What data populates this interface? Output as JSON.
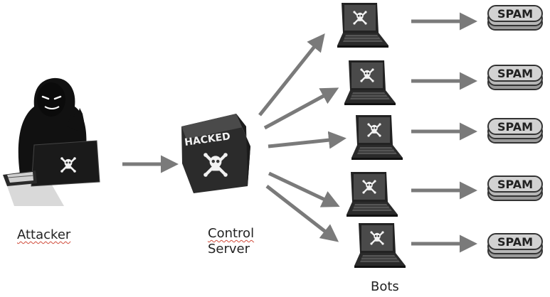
{
  "labels": {
    "attacker": "Attacker",
    "server_line1": "Control",
    "server_line2": "Server",
    "bots": "Bots"
  },
  "server_sticker": "HACKED",
  "spam_label": "SPAM",
  "bot_count": 5,
  "icons": [
    "hooded-attacker-icon",
    "laptop-icon",
    "skull-crossbones-icon",
    "server-cube-icon",
    "arrow-icon",
    "spam-can-icon"
  ],
  "colors": {
    "arrow": "#7a7a7a",
    "silhouette": "#111111",
    "laptop_screen": "#3a3a3a",
    "spam_can": "#cfcfcf",
    "server_cube": "#2b2b2b"
  }
}
